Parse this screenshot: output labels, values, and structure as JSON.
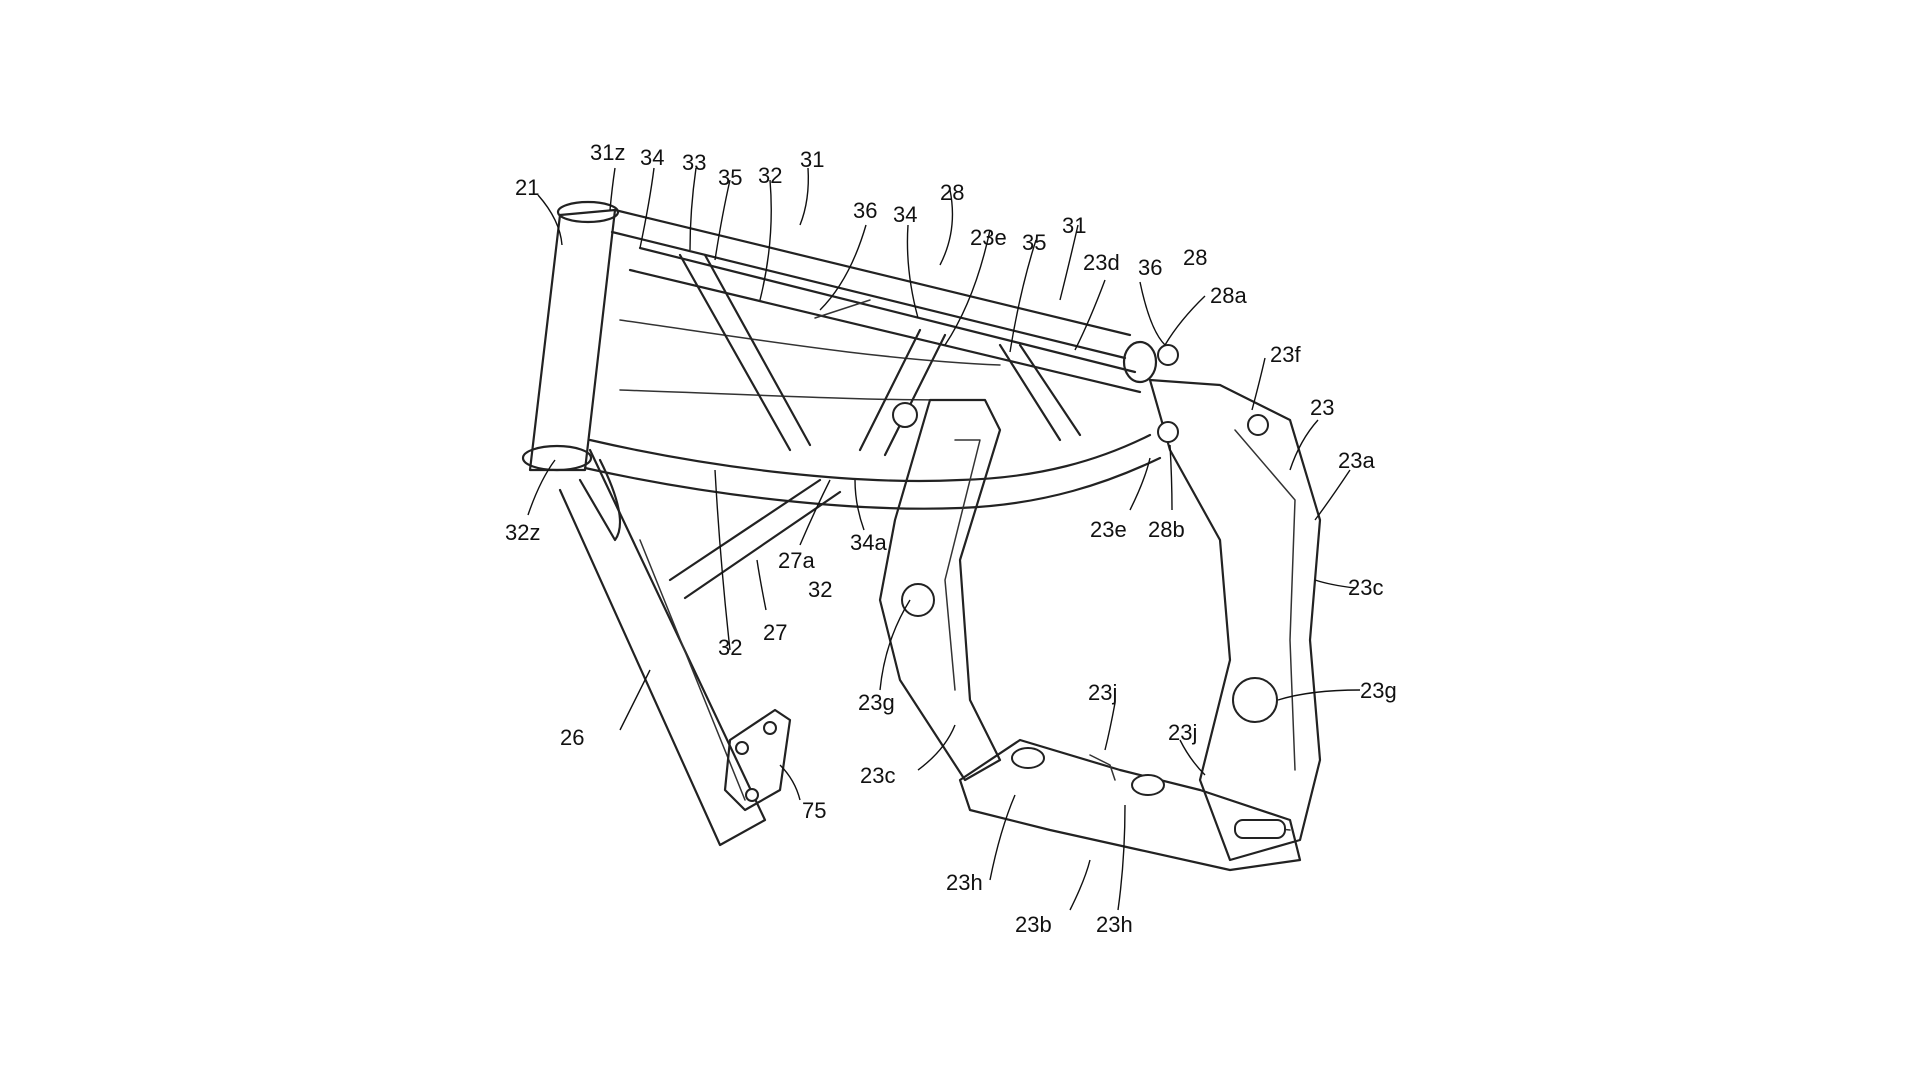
{
  "labels": {
    "l21": "21",
    "l31z": "31z",
    "l34a_top": "34",
    "l33": "33",
    "l35a": "35",
    "l32a": "32",
    "l31a": "31",
    "l36a": "36",
    "l34b": "34",
    "l28a": "28",
    "l23e_top": "23e",
    "l35b": "35",
    "l31b": "31",
    "l23d": "23d",
    "l36b": "36",
    "l28b": "28",
    "l28a_sub": "28a",
    "l23f": "23f",
    "l23": "23",
    "l23a": "23a",
    "l32z": "32z",
    "l27a": "27a",
    "l34a": "34a",
    "l32b": "32",
    "l23e_bot": "23e",
    "l28b_sub": "28b",
    "l23c_right": "23c",
    "l32c": "32",
    "l27": "27",
    "l23g_left": "23g",
    "l23g_right": "23g",
    "l23j_a": "23j",
    "l23j_b": "23j",
    "l26": "26",
    "l23c_left": "23c",
    "l75": "75",
    "l23h_a": "23h",
    "l23b": "23b",
    "l23h_b": "23h"
  }
}
